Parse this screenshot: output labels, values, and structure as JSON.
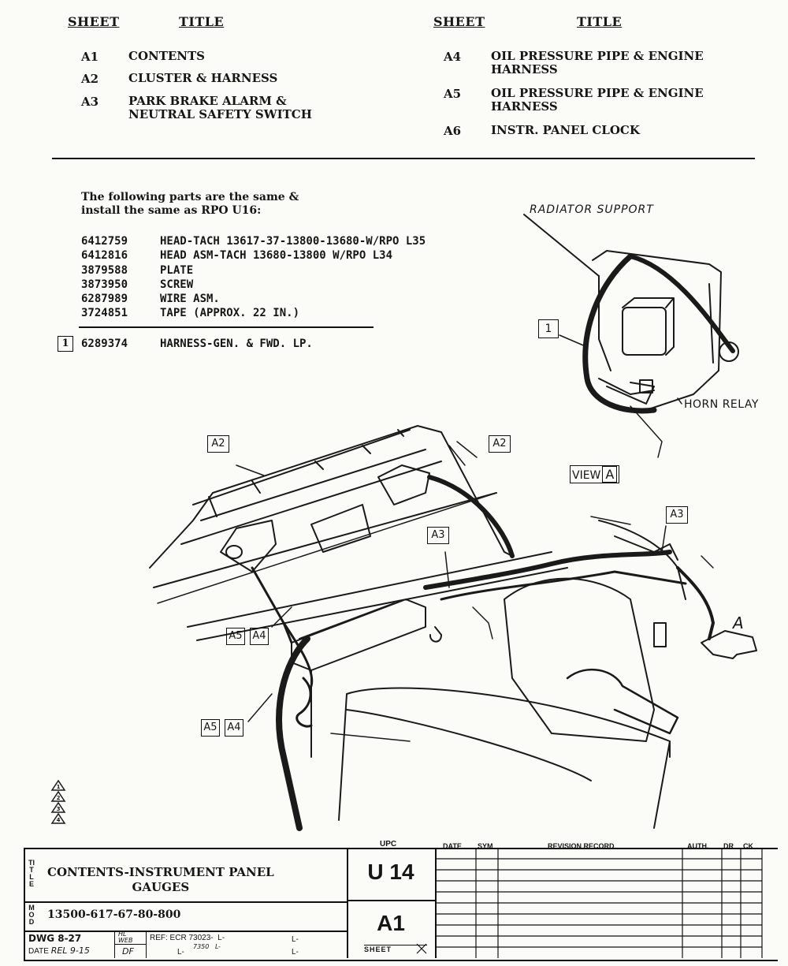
{
  "contents": {
    "sheet_header": "SHEET",
    "title_header": "TITLE",
    "left": [
      {
        "sheet": "A1",
        "title": "CONTENTS"
      },
      {
        "sheet": "A2",
        "title": "CLUSTER & HARNESS"
      },
      {
        "sheet": "A3",
        "title": "PARK BRAKE ALARM &\nNEUTRAL SAFETY SWITCH"
      }
    ],
    "right": [
      {
        "sheet": "A4",
        "title": "OIL PRESSURE PIPE & ENGINE\nHARNESS"
      },
      {
        "sheet": "A5",
        "title": "OIL PRESSURE PIPE & ENGINE\nHARNESS"
      },
      {
        "sheet": "A6",
        "title": "INSTR. PANEL CLOCK"
      }
    ]
  },
  "parts": {
    "intro": "The following parts are the same &\ninstall the same as RPO U16:",
    "items": [
      {
        "number": "6412759",
        "desc": "HEAD-TACH 13617-37-13800-13680-W/RPO L35"
      },
      {
        "number": "6412816",
        "desc": "HEAD ASM-TACH 13680-13800 W/RPO L34"
      },
      {
        "number": "3879588",
        "desc": "PLATE"
      },
      {
        "number": "3873950",
        "desc": "SCREW"
      },
      {
        "number": "6287989",
        "desc": "WIRE ASM."
      },
      {
        "number": "3724851",
        "desc": "TAPE (APPROX. 22 IN.)"
      }
    ],
    "callout_item": {
      "callout": "1",
      "number": "6289374",
      "desc": "HARNESS-GEN. & FWD. LP."
    }
  },
  "drawing": {
    "radiator_support": "RADIATOR SUPPORT",
    "callout_1": "1",
    "horn_relay": "HORN RELAY",
    "view_label": "VIEW",
    "view_letter": "A",
    "arrow_a": "A",
    "tags": {
      "a2_left": "A2",
      "a2_right": "A2",
      "a3_mid": "A3",
      "a3_right": "A3",
      "a5_upper": "A5",
      "a4_upper": "A4",
      "a5_lower": "A5",
      "a4_lower": "A4"
    },
    "revision_triangles": [
      "1",
      "2",
      "3",
      "4"
    ]
  },
  "title_block": {
    "title_side": "TITLE",
    "title_line1": "CONTENTS-INSTRUMENT PANEL",
    "title_line2": "GAUGES",
    "mod_side": "MOD",
    "mod_text": "13500-617-67-80-800",
    "dwg": "DWG 8-27",
    "date_label": "DATE",
    "date_val": "REL 9-15",
    "initials_top": "HL\nWEB",
    "initials_bot": "DF",
    "ref": "REF: ECR 73023-  L-",
    "ref2": "7350   L-",
    "ref3a": "L-",
    "ref3b": "L-",
    "upc_label": "UPC",
    "upc": "U 14",
    "sheet": "A1",
    "sheet_label": "SHEET",
    "rev_headers": {
      "date": "DATE",
      "sym": "SYM",
      "record": "REVISION RECORD",
      "auth": "AUTH.",
      "dr": "DR",
      "ck": "CK"
    }
  }
}
